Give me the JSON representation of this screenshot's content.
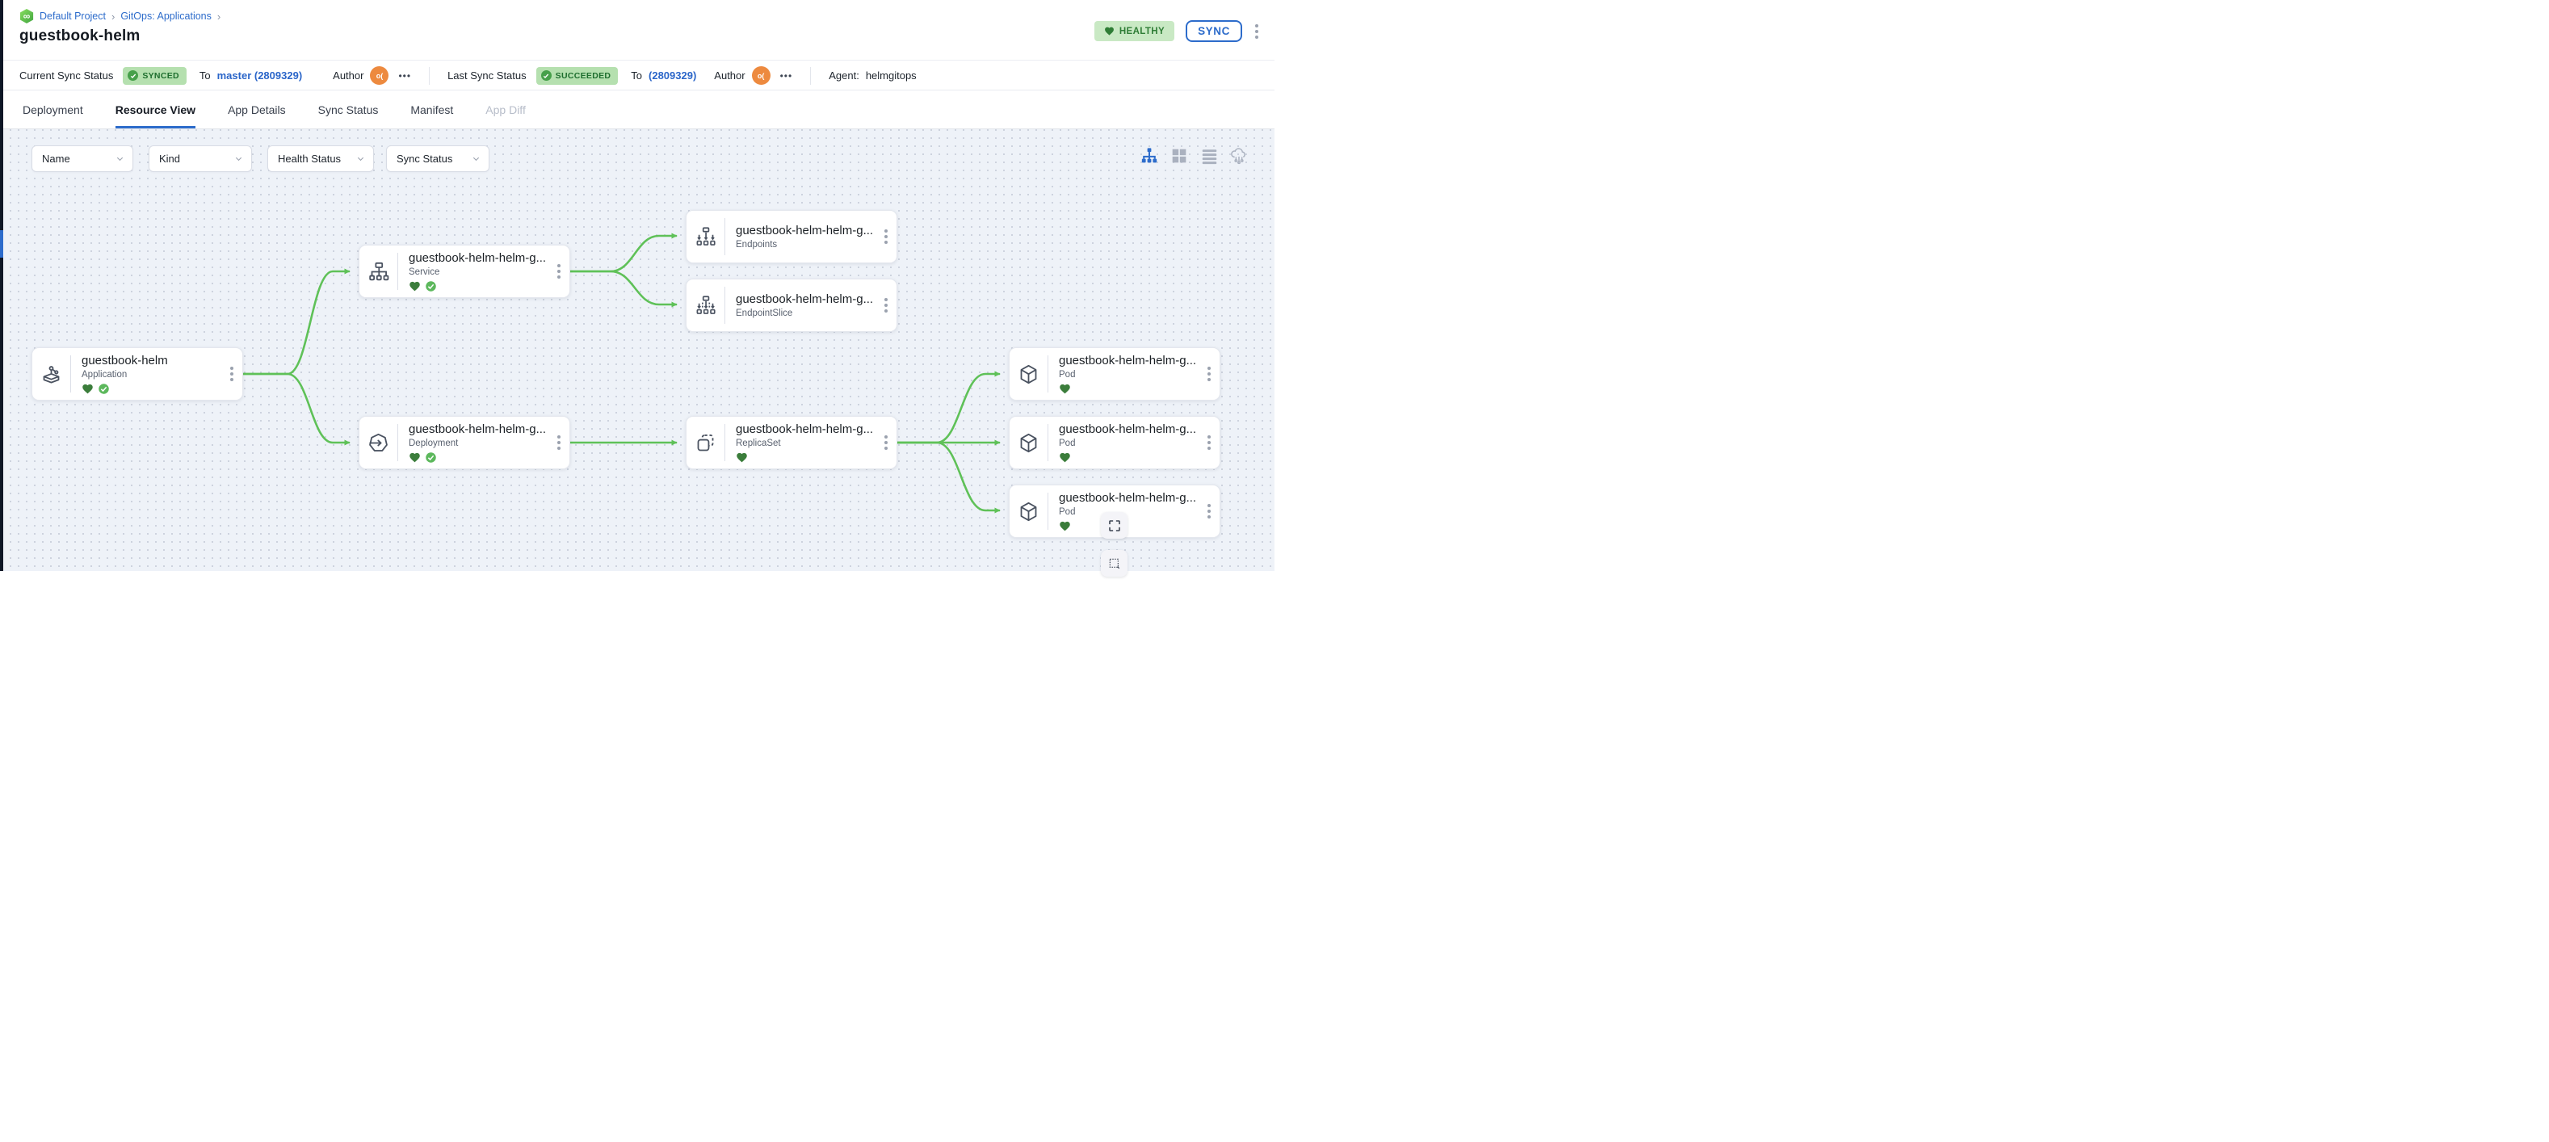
{
  "colors": {
    "accent_blue": "#2d6ccb",
    "link_blue": "#2b66c9",
    "healthy_badge_bg": "#c9e9c4",
    "healthy_badge_text": "#2f7d36",
    "sync_chip_bg": "#b5e0af",
    "sync_chip_text": "#1e6e2e",
    "edge_green": "#5fc158",
    "heart_green": "#3b7d3b",
    "check_green": "#5cb85c",
    "canvas_bg": "#eef2f8"
  },
  "breadcrumb": {
    "logo": "codefresh-logo",
    "logo_glyph": "∞",
    "project": "Default Project",
    "section": "GitOps: Applications",
    "separator": "›"
  },
  "page_title": "guestbook-helm",
  "header_actions": {
    "health_label": "HEALTHY",
    "sync_label": "SYNC"
  },
  "status_bar": {
    "current_label": "Current Sync Status",
    "current_badge": "SYNCED",
    "current_to_label": "To",
    "current_revision": "master (2809329)",
    "current_author_label": "Author",
    "current_avatar": "o(",
    "current_more": "•••",
    "last_label": "Last Sync Status",
    "last_badge": "SUCCEEDED",
    "last_to_label": "To",
    "last_revision": "(2809329)",
    "last_author_label": "Author",
    "last_avatar": "o(",
    "last_more": "•••",
    "agent_label": "Agent:",
    "agent_value": "helmgitops"
  },
  "tabs": [
    {
      "label": "Deployment",
      "state": "normal"
    },
    {
      "label": "Resource View",
      "state": "active"
    },
    {
      "label": "App Details",
      "state": "normal"
    },
    {
      "label": "Sync Status",
      "state": "normal"
    },
    {
      "label": "Manifest",
      "state": "normal"
    },
    {
      "label": "App Diff",
      "state": "disabled"
    }
  ],
  "filters": [
    {
      "label": "Name"
    },
    {
      "label": "Kind"
    },
    {
      "label": "Health Status"
    },
    {
      "label": "Sync Status"
    }
  ],
  "view_toggles": [
    "tree-view",
    "grid-view",
    "list-view",
    "network-view"
  ],
  "graph": {
    "nodes": [
      {
        "title": "guestbook-helm",
        "kind": "Application",
        "healthy": true,
        "synced": true
      },
      {
        "title": "guestbook-helm-helm-g...",
        "kind": "Service",
        "healthy": true,
        "synced": true
      },
      {
        "title": "guestbook-helm-helm-g...",
        "kind": "Endpoints",
        "healthy": false,
        "synced": false
      },
      {
        "title": "guestbook-helm-helm-g...",
        "kind": "EndpointSlice",
        "healthy": false,
        "synced": false
      },
      {
        "title": "guestbook-helm-helm-g...",
        "kind": "Deployment",
        "healthy": true,
        "synced": true
      },
      {
        "title": "guestbook-helm-helm-g...",
        "kind": "ReplicaSet",
        "healthy": true,
        "synced": false
      },
      {
        "title": "guestbook-helm-helm-g...",
        "kind": "Pod",
        "healthy": true,
        "synced": false
      },
      {
        "title": "guestbook-helm-helm-g...",
        "kind": "Pod",
        "healthy": true,
        "synced": false
      },
      {
        "title": "guestbook-helm-helm-g...",
        "kind": "Pod",
        "healthy": true,
        "synced": false
      }
    ],
    "edges": [
      "Application→Service",
      "Application→Deployment",
      "Service→Endpoints",
      "Service→EndpointSlice",
      "Deployment→ReplicaSet",
      "ReplicaSet→Pod1",
      "ReplicaSet→Pod2",
      "ReplicaSet→Pod3"
    ]
  }
}
